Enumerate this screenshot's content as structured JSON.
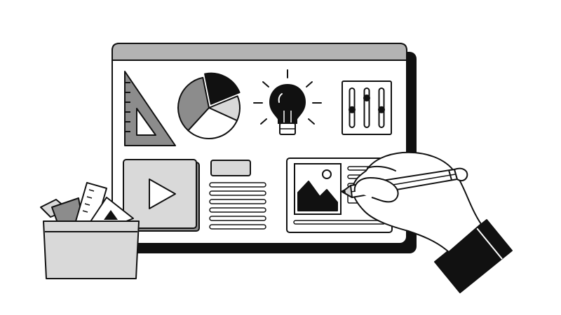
{
  "palette": {
    "background": "#ffffff",
    "line": "#111111",
    "fill_light": "#d9d9d9",
    "fill_mid": "#8c8c8c",
    "fill_dark": "#111111",
    "titlebar": "#b3b3b3"
  },
  "pie_chart": {
    "slices": [
      {
        "name": "dark",
        "fraction": 0.22,
        "color": "#111111"
      },
      {
        "name": "light",
        "fraction": 0.13,
        "color": "#d9d9d9"
      },
      {
        "name": "white",
        "fraction": 0.3,
        "color": "#ffffff"
      },
      {
        "name": "mid",
        "fraction": 0.35,
        "color": "#8c8c8c"
      }
    ]
  },
  "sliders": {
    "levels": [
      0.45,
      0.75,
      0.45
    ]
  },
  "icons": [
    "set-square-icon",
    "pie-chart-icon",
    "lightbulb-icon",
    "sliders-icon",
    "play-icon",
    "image-icon",
    "pencil-icon",
    "folder-icon",
    "ruler-icon",
    "hand-icon"
  ]
}
